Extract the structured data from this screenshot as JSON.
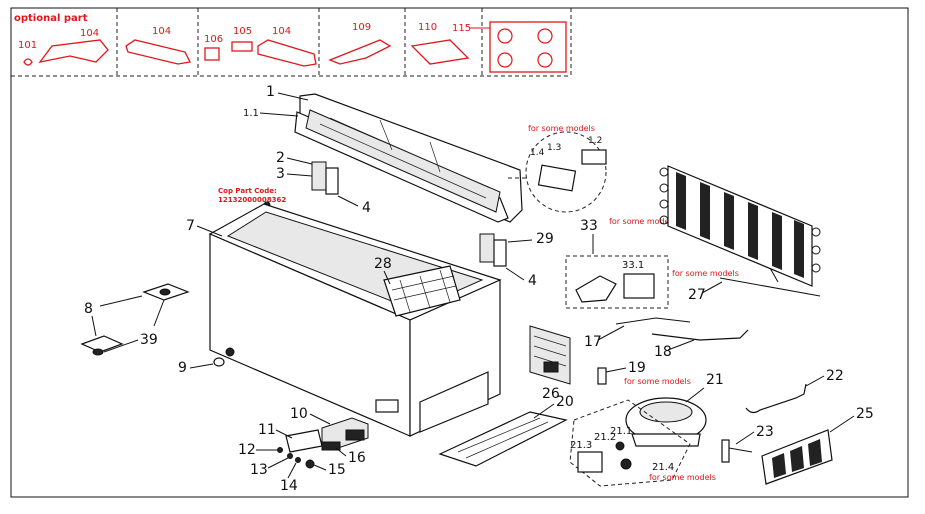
{
  "optional": {
    "title": "optional part",
    "labels": [
      "101",
      "104",
      "104",
      "106",
      "105",
      "104",
      "109",
      "110",
      "115"
    ]
  },
  "notes": {
    "for_some_models_top": "for some models",
    "for_some_models_33": "for some models",
    "for_some_models_27": "for some models",
    "for_some_models_19": "for some models",
    "for_some_models_21": "for some models",
    "cop_part_code_label": "Cop Part Code:",
    "cop_part_code_value": "12132000008362"
  },
  "callouts": {
    "c1": "1",
    "c1_1": "1.1",
    "c1_2": "1.2",
    "c1_3": "1.3",
    "c1_4": "1.4",
    "c2": "2",
    "c3": "3",
    "c4a": "4",
    "c4b": "4",
    "c7": "7",
    "c8": "8",
    "c9": "9",
    "c10": "10",
    "c11": "11",
    "c12": "12",
    "c13": "13",
    "c14": "14",
    "c15": "15",
    "c16": "16",
    "c17": "17",
    "c18": "18",
    "c19": "19",
    "c20": "20",
    "c21": "21",
    "c21_1": "21.1",
    "c21_2": "21.2",
    "c21_3": "21.3",
    "c21_4": "21.4",
    "c22": "22",
    "c23": "23",
    "c25": "25",
    "c26": "26",
    "c27": "27",
    "c28": "28",
    "c29": "29",
    "c33": "33",
    "c33_1": "33.1",
    "c39": "39"
  },
  "colors": {
    "accent": "#e0161b",
    "ink": "#111111"
  }
}
